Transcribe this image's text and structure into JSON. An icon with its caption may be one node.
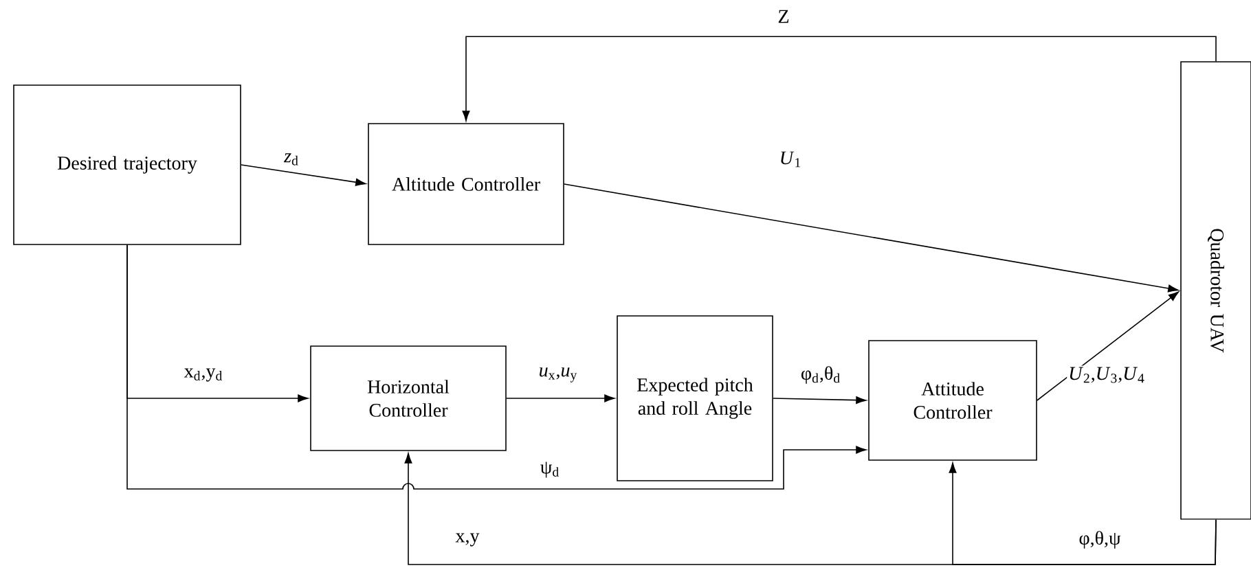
{
  "diagram": {
    "nodes": [
      {
        "text": [
          "Desired trajectory"
        ]
      },
      {
        "text": [
          "Altitude Controller"
        ]
      },
      {
        "text": [
          "Horizontal Controller"
        ]
      },
      {
        "text": [
          "Expected pitch and roll Angle"
        ]
      },
      {
        "text": [
          "Attitude Controller"
        ]
      },
      {
        "text": [
          "Quadrotor UAV"
        ]
      }
    ],
    "edges": [
      {
        "from": 0,
        "to": 1,
        "arrow": "to",
        "label": "*z*$_{d}$"
      },
      {
        "from": 1,
        "to": 5,
        "arrow": "to",
        "label": "*U*$_{1}$"
      },
      {
        "from": 5,
        "to": 1,
        "arrow": "to",
        "label": "Z"
      },
      {
        "from": 0,
        "to": 2,
        "arrow": "to",
        "label": "x$_{d}$,y$_{d}$"
      },
      {
        "from": 0,
        "to": 4,
        "arrow": "to",
        "label": "ψ$_{d}$"
      },
      {
        "from": 2,
        "to": 3,
        "arrow": "to",
        "label": "*u*$_{x}$,*u*$_{y}$"
      },
      {
        "from": 3,
        "to": 4,
        "arrow": "to",
        "label": "φ$_{d}$,θ$_{d}$"
      },
      {
        "from": 4,
        "to": 5,
        "arrow": "to",
        "label": "*U*$_{2}$,*U*$_{3}$,*U*$_{4}$"
      },
      {
        "from": 5,
        "to": 2,
        "arrow": "to",
        "label": "x,y"
      },
      {
        "from": 5,
        "to": 4,
        "arrow": "to",
        "label": "φ,θ,ψ"
      }
    ]
  }
}
